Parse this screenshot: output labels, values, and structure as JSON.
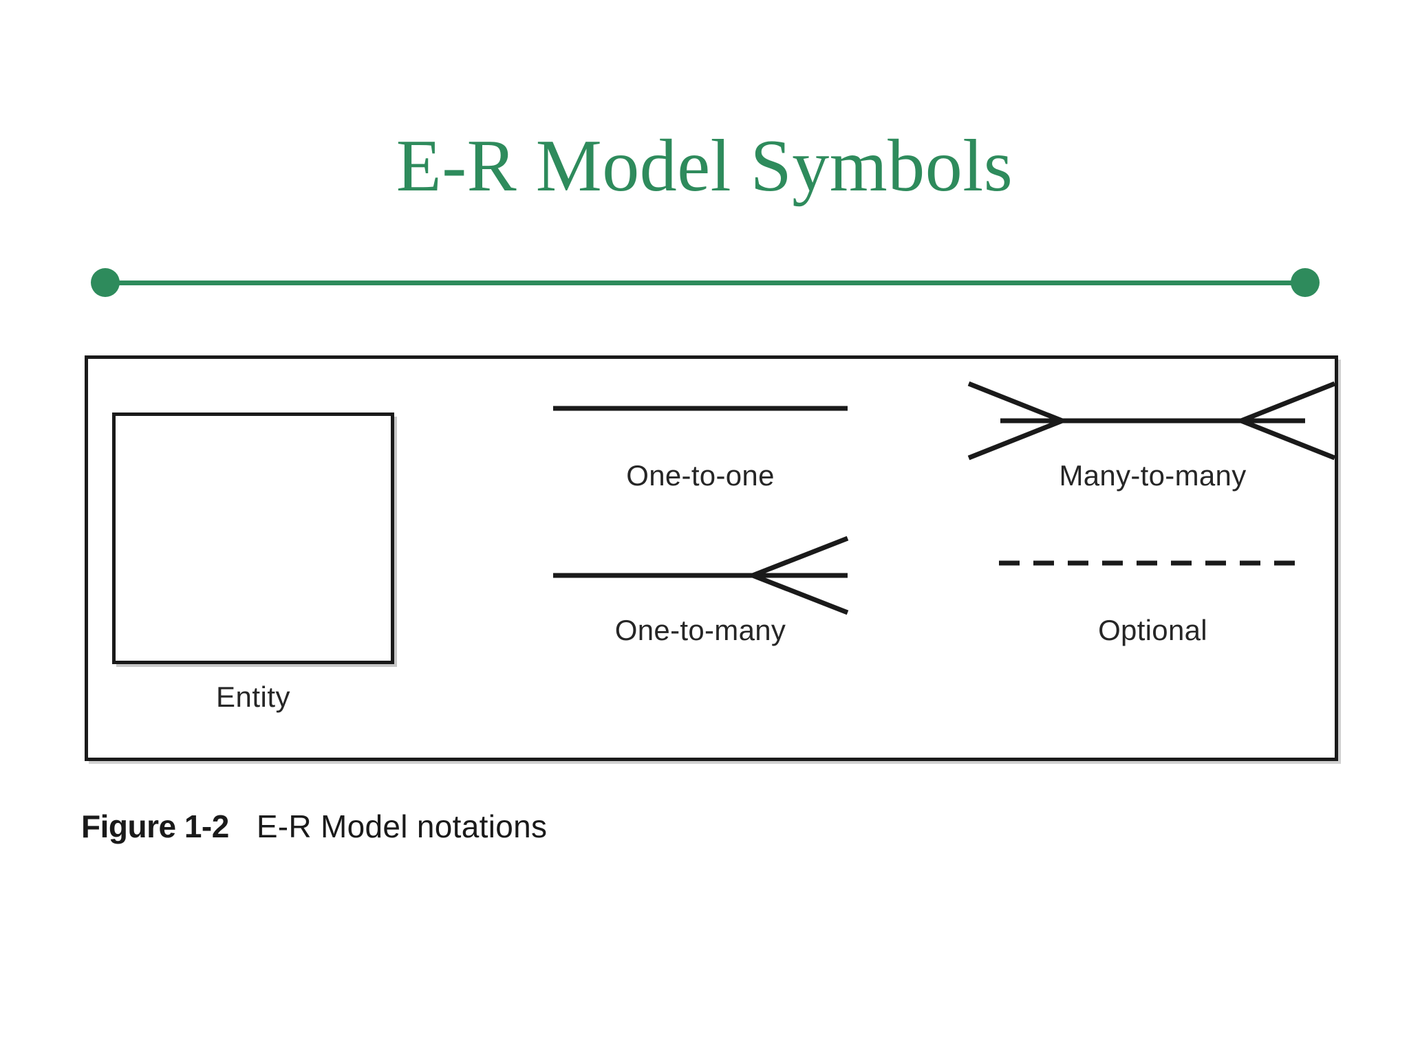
{
  "slide": {
    "title": "E-R Model Symbols",
    "accent_color": "#2e8b5c",
    "background_color": "#ffffff",
    "ink_color": "#1a1a1a"
  },
  "divider": {
    "left_dot": "bullet-dot",
    "right_dot": "bullet-dot",
    "color": "#2e8b5c"
  },
  "figure": {
    "caption_number": "Figure 1-2",
    "caption_text": "E-R Model notations",
    "border_color": "#1a1a1a",
    "items": [
      {
        "id": "entity",
        "label": "Entity",
        "symbol": "rectangle",
        "line_style": "none",
        "left_end": "none",
        "right_end": "none"
      },
      {
        "id": "one-to-one",
        "label": "One-to-one",
        "symbol": "plain-line",
        "line_style": "solid",
        "left_end": "none",
        "right_end": "none"
      },
      {
        "id": "one-to-many",
        "label": "One-to-many",
        "symbol": "line-with-crows-foot-right",
        "line_style": "solid",
        "left_end": "none",
        "right_end": "crows-foot"
      },
      {
        "id": "many-to-many",
        "label": "Many-to-many",
        "symbol": "line-with-crows-foot-both",
        "line_style": "solid",
        "left_end": "crows-foot",
        "right_end": "crows-foot"
      },
      {
        "id": "optional",
        "label": "Optional",
        "symbol": "dashed-line",
        "line_style": "dashed",
        "left_end": "none",
        "right_end": "none"
      }
    ]
  }
}
